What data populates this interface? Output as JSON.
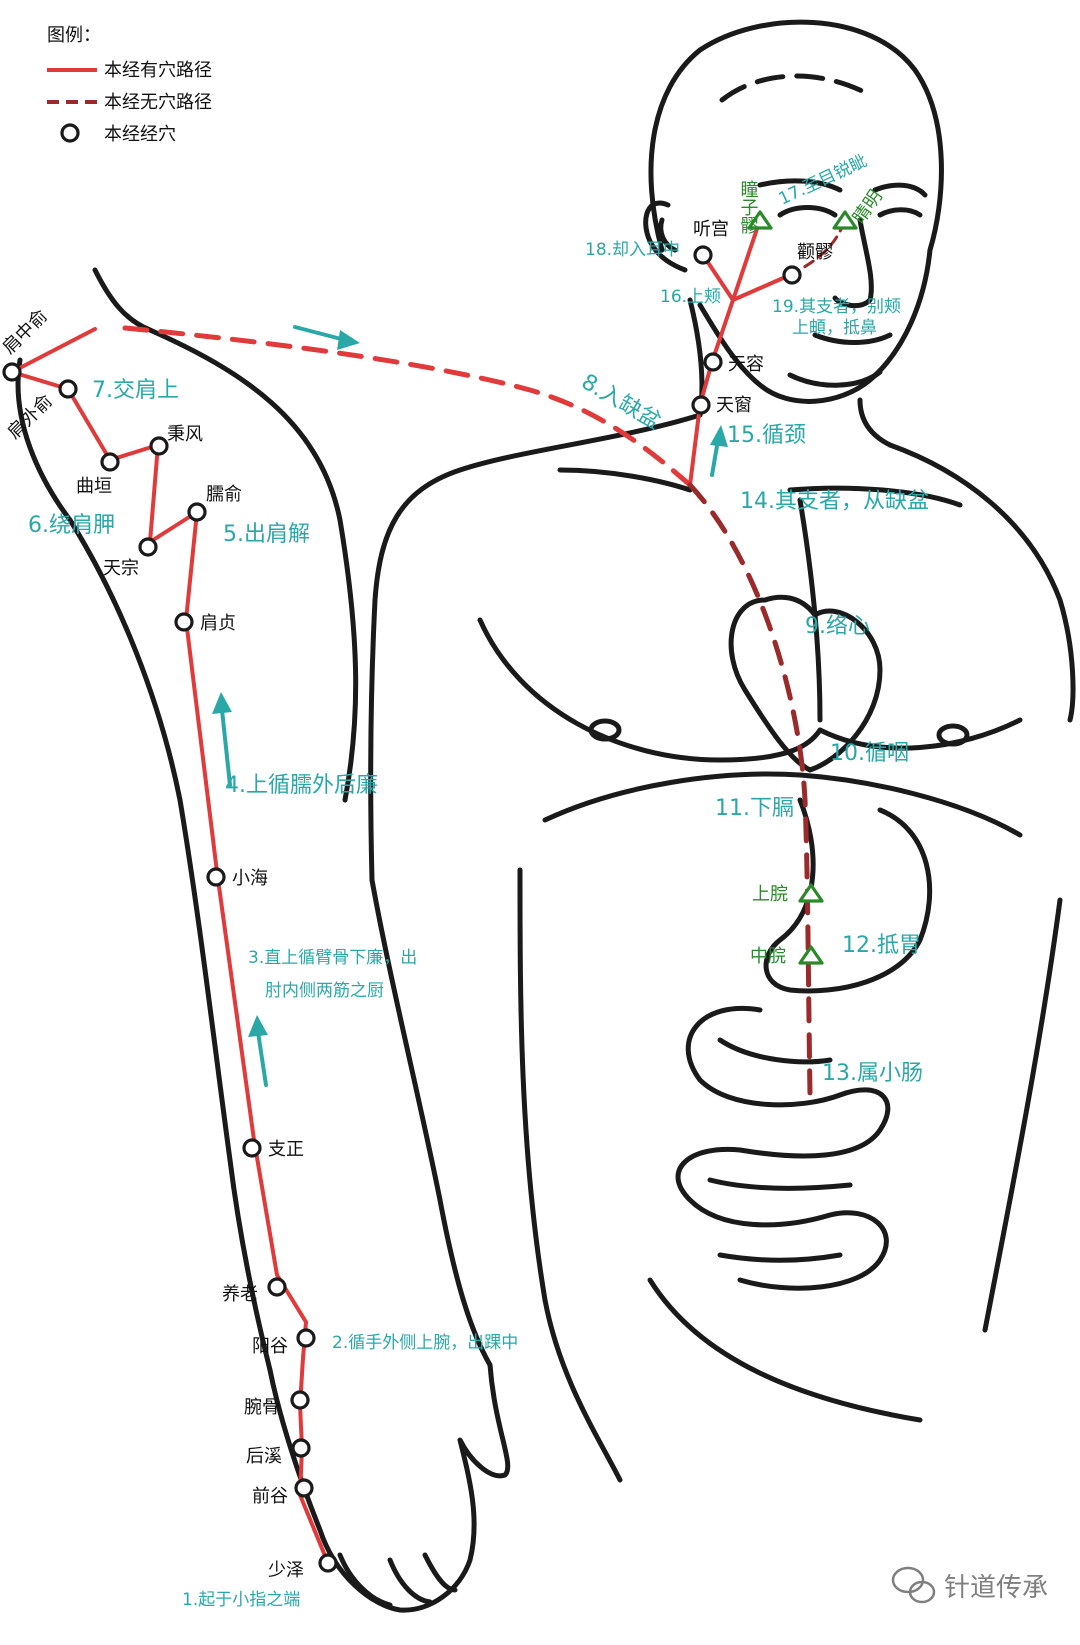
{
  "legend": {
    "title": "图例：",
    "solid_label": "本经有穴路径",
    "dashed_label": "本经无穴路径",
    "point_label": "本经经穴",
    "colors": {
      "solid": "#e03a3a",
      "dashed": "#9b2a2a",
      "step_text": "#2aa8a8",
      "green": "#2a8a2a"
    }
  },
  "points": {
    "shaoze": "少泽",
    "qiangu": "前谷",
    "houxi": "后溪",
    "wangu": "腕骨",
    "yanggu": "阳谷",
    "yanglao": "养老",
    "zhizheng": "支正",
    "xiaohai": "小海",
    "jianzhen": "肩贞",
    "naoshu": "臑俞",
    "tianzong": "天宗",
    "bingfeng": "秉风",
    "quyuan": "曲垣",
    "jianwaishu": "肩外俞",
    "jianzhongshu": "肩中俞",
    "tianchuang": "天窗",
    "tianrong": "天容",
    "quanliao": "颧髎",
    "tinggong": "听宫",
    "tongziliao": "瞳子髎",
    "jingming": "睛明",
    "shangwan": "上脘",
    "zhongwan": "中脘"
  },
  "steps": {
    "s1": "1.起于小指之端",
    "s2": "2.循手外侧上腕，出踝中",
    "s3a": "3.直上循臂骨下廉，出",
    "s3b": "肘内侧两筋之厨",
    "s4": "4.上循臑外后廉",
    "s5": "5.出肩解",
    "s6": "6.绕肩胛",
    "s7": "7.交肩上",
    "s8": "8.入缺盆",
    "s9": "9.络心",
    "s10": "10.循咽",
    "s11": "11.下膈",
    "s12": "12.抵胃",
    "s13": "13.属小肠",
    "s14": "14.其支者，从缺盆",
    "s15": "15.循颈",
    "s16": "16.上颊",
    "s17": "17.至目锐眦",
    "s18": "18.却入耳中",
    "s19a": "19.其支者，别颊",
    "s19b": "上頔，抵鼻"
  },
  "watermark": "针道传承",
  "icons": {
    "watermark": "wechat-icon"
  }
}
